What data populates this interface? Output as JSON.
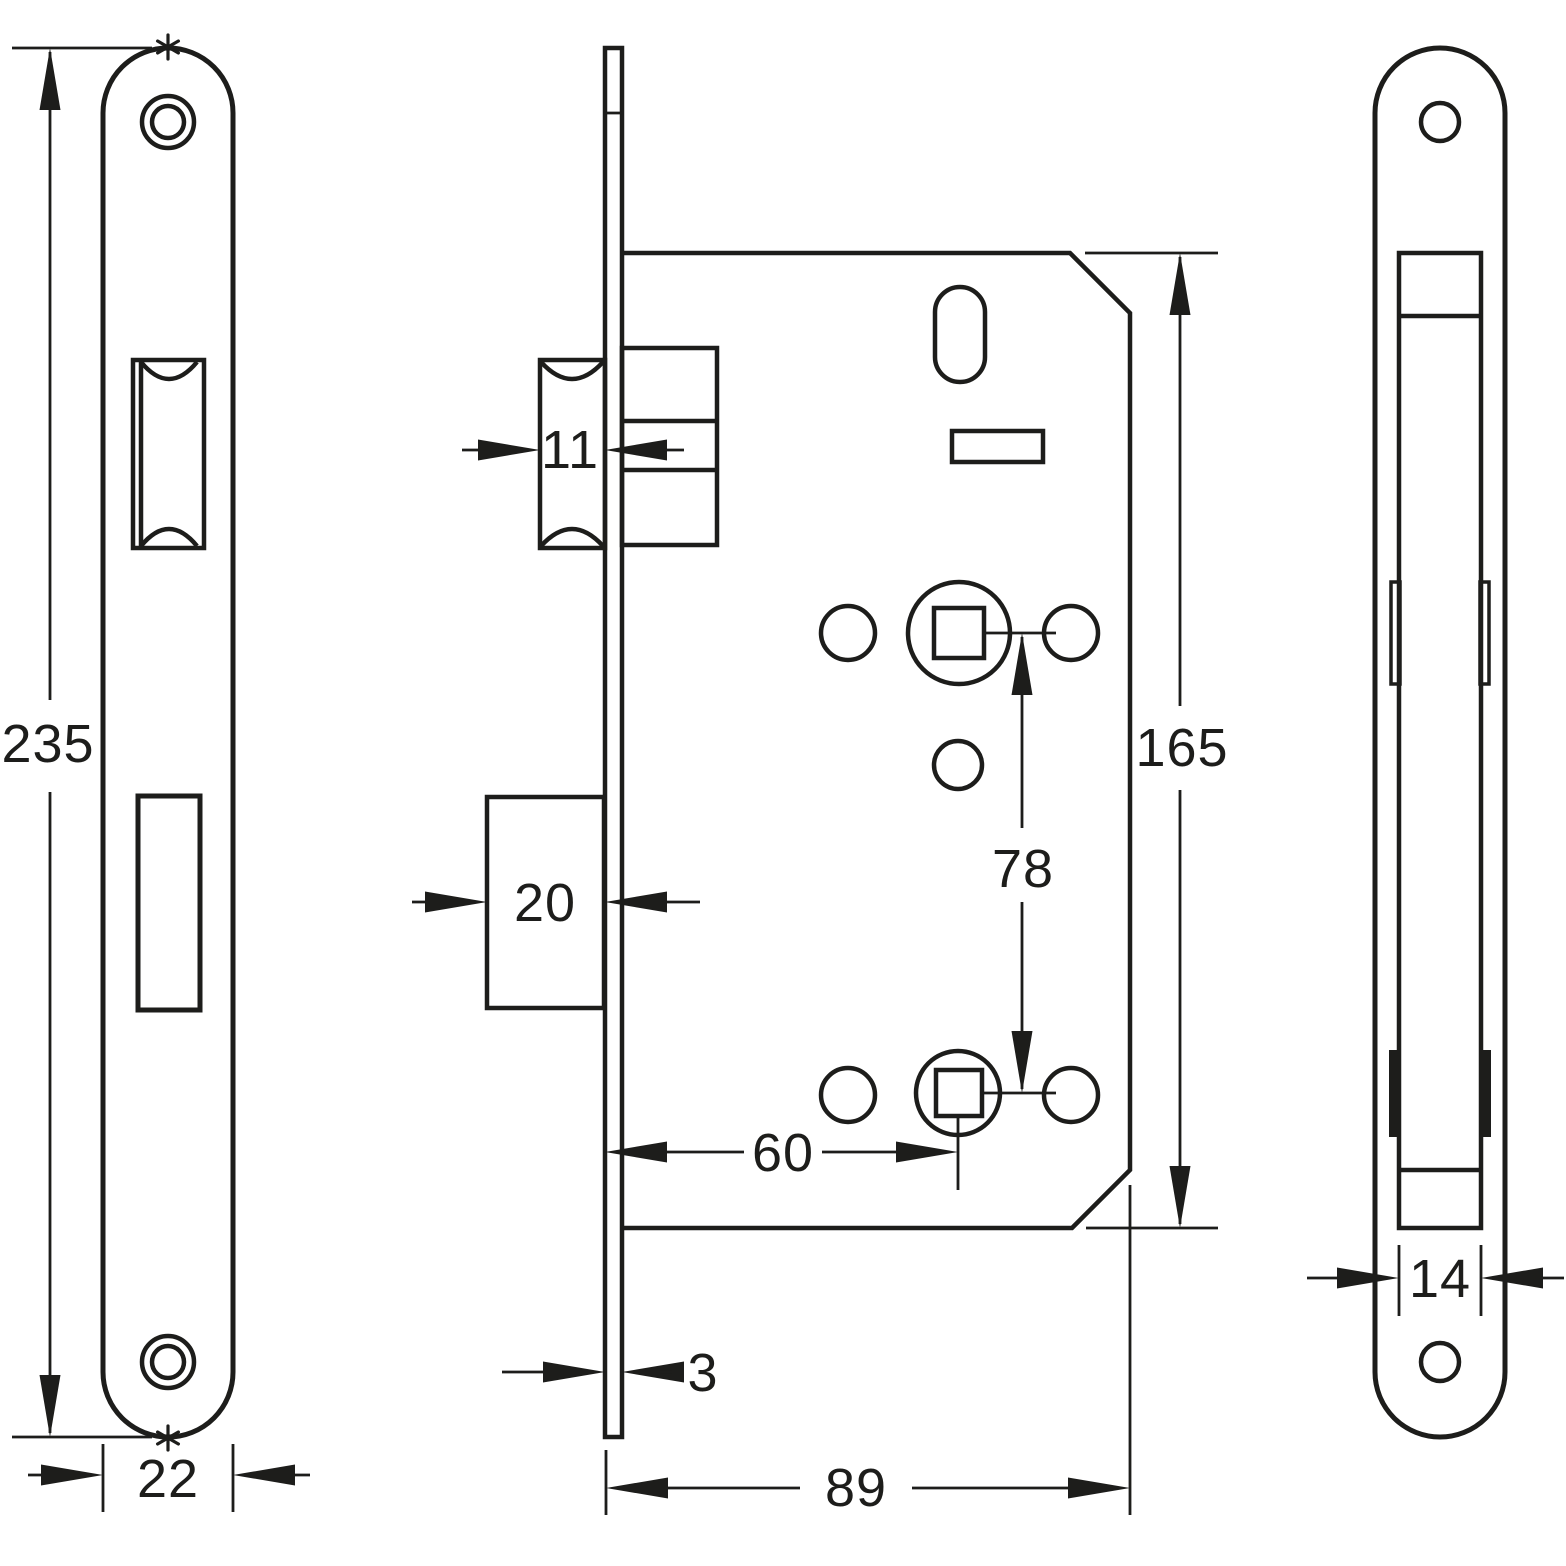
{
  "drawing": {
    "type": "mortise-lock technical drawing, three orthographic views",
    "background": "#ffffff",
    "line_color": "#1d1d1b",
    "reference_mark": "✳",
    "dims": {
      "plate_height": "235",
      "plate_width": "22",
      "latch_protrusion": "11",
      "deadbolt_protrusion": "20",
      "case_height": "165",
      "follower_spacing": "78",
      "backset": "60",
      "plate_thickness": "3",
      "case_depth": "89",
      "case_thickness": "14"
    }
  }
}
